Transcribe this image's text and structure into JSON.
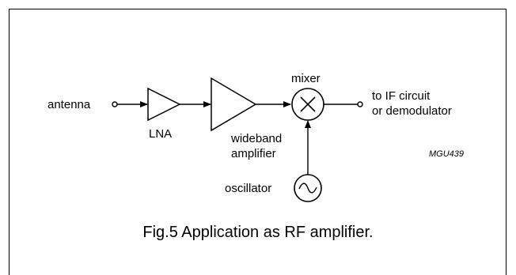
{
  "diagram": {
    "labels": {
      "antenna": "antenna",
      "lna": "LNA",
      "wideband_line1": "wideband",
      "wideband_line2": "amplifier",
      "mixer": "mixer",
      "output_line1": "to IF circuit",
      "output_line2": "or demodulator",
      "oscillator": "oscillator",
      "figure_code": "MGU439"
    }
  },
  "caption": "Fig.5  Application as RF amplifier."
}
